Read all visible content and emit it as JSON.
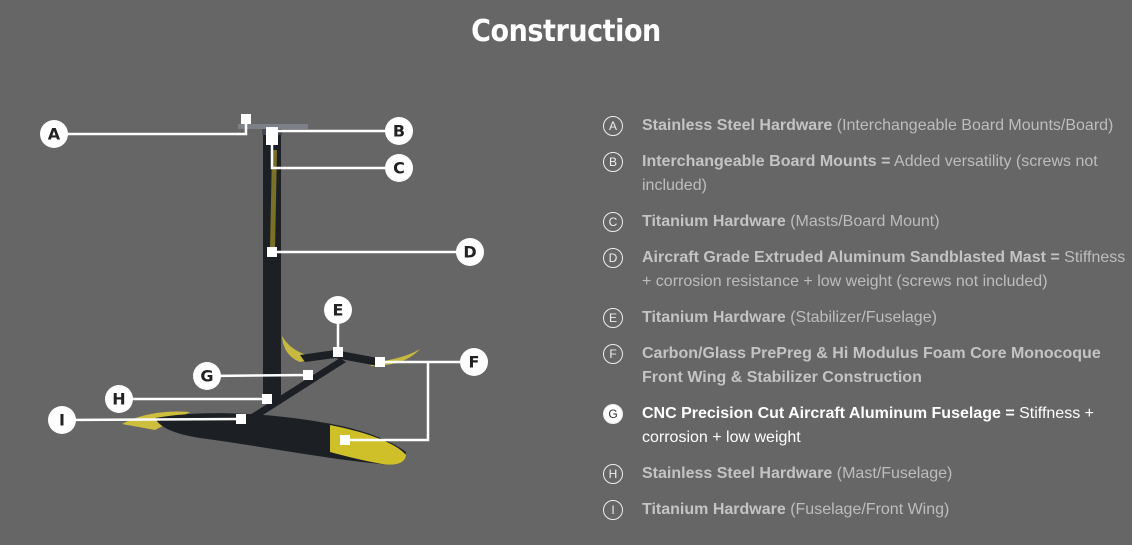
{
  "title": "Construction",
  "items": [
    {
      "letter": "A",
      "bold": "Stainless Steel Hardware",
      "text": " (Interchangeable Board Mounts/Board)",
      "active": false
    },
    {
      "letter": "B",
      "bold": "Interchangeable Board Mounts =",
      "text": " Added versatility (screws not included)",
      "active": false
    },
    {
      "letter": "C",
      "bold": "Titanium Hardware",
      "text": " (Masts/Board Mount)",
      "active": false
    },
    {
      "letter": "D",
      "bold": "Aircraft Grade Extruded Aluminum Sandblasted Mast =",
      "text": " Stiffness + corrosion resistance + low weight (screws not included)",
      "active": false
    },
    {
      "letter": "E",
      "bold": "Titanium Hardware",
      "text": " (Stabilizer/Fuselage)",
      "active": false
    },
    {
      "letter": "F",
      "bold": "Carbon/Glass PrePreg & Hi Modulus Foam Core Monocoque Front Wing & Stabilizer Construction",
      "text": "",
      "active": false
    },
    {
      "letter": "G",
      "bold": "CNC Precision Cut Aircraft Aluminum Fuselage =",
      "text": " Stiffness + corrosion + low weight",
      "active": true
    },
    {
      "letter": "H",
      "bold": "Stainless Steel Hardware",
      "text": " (Mast/Fuselage)",
      "active": false
    },
    {
      "letter": "I",
      "bold": "Titanium Hardware",
      "text": " (Fuselage/Front Wing)",
      "active": false
    }
  ],
  "colors": {
    "background": "#666666",
    "foil_black": "#1c1f24",
    "foil_yellow": "#e3d02a"
  }
}
